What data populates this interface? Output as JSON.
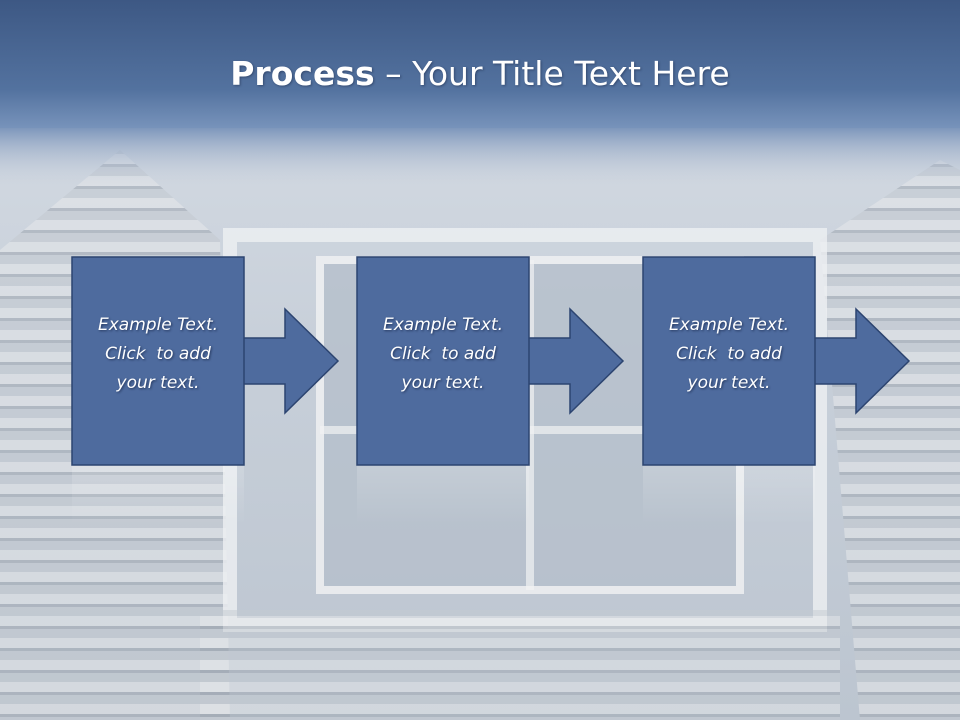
{
  "slide": {
    "title_bold": "Process",
    "title_rest": " – Your Title Text Here"
  },
  "steps": [
    {
      "line1": "Example Text.",
      "line2": "Click  to add",
      "line3": "your text."
    },
    {
      "line1": "Example Text.",
      "line2": "Click  to add",
      "line3": "your text."
    },
    {
      "line1": "Example Text.",
      "line2": "Click  to add",
      "line3": "your text."
    }
  ],
  "colors": {
    "header_top": "#3e5a86",
    "header_bottom": "#5b7bab",
    "box_fill": "#4e6b9e",
    "box_border": "#2c4470",
    "text": "#ffffff"
  }
}
